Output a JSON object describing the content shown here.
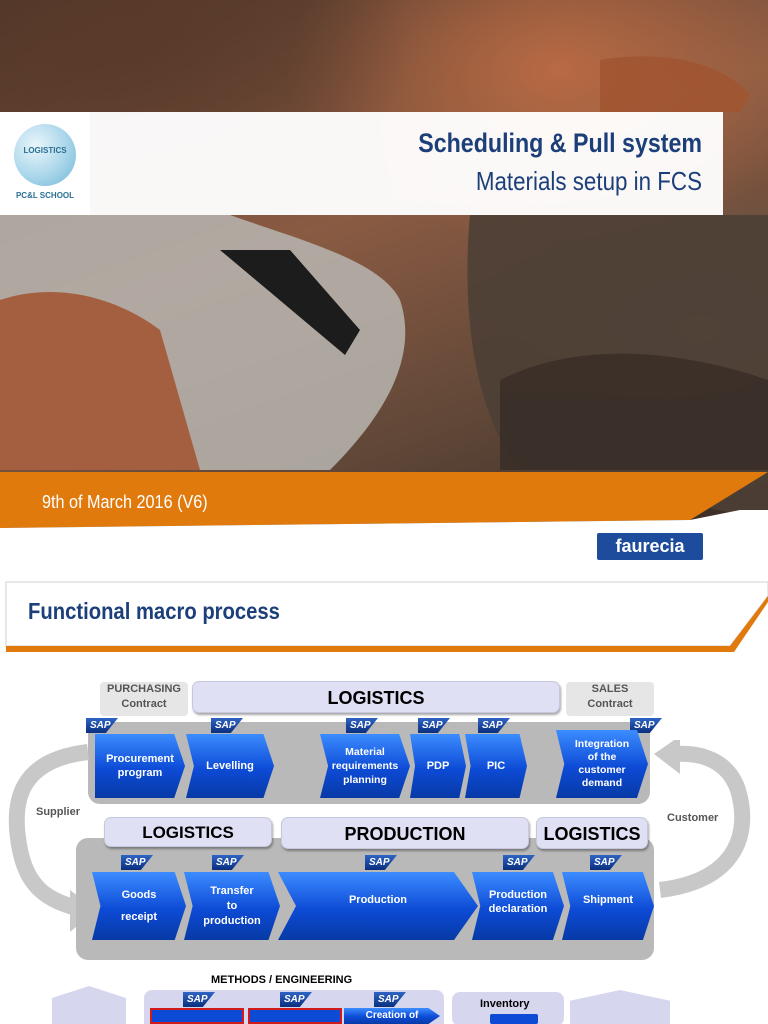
{
  "slide1": {
    "title": "Scheduling & Pull system",
    "subtitle": "Materials setup in FCS",
    "date": "9th of March 2016 (V6)",
    "brand": "faurecia",
    "logo": {
      "globe_text": "LOGISTICS",
      "label": "PC&L SCHOOL"
    },
    "colors": {
      "title": "#1c3f7a",
      "band": "#e07a0c",
      "brand": "#1e4c9c"
    }
  },
  "slide2": {
    "title": "Functional macro process",
    "top_row": {
      "purchasing": "PURCHASING\nContract",
      "logistics": "LOGISTICS",
      "sales": "SALES\nContract",
      "sap_label": "SAP",
      "steps": [
        "Procurement\nprogram",
        "Levelling",
        "Material\nrequirements\nplanning",
        "PDP",
        "PIC",
        "Integration\nof the\ncustomer\ndemand"
      ]
    },
    "side_labels": {
      "supplier": "Supplier",
      "customer": "Customer"
    },
    "bottom_row": {
      "domains": [
        "LOGISTICS",
        "PRODUCTION",
        "LOGISTICS"
      ],
      "steps": [
        "Goods\n\nreceipt",
        "Transfer\nto\nproduction",
        "Production",
        "Production\ndeclaration",
        "Shipment"
      ]
    },
    "methods": {
      "label": "METHODS / ENGINEERING",
      "inventory": "Inventory",
      "creation": "Creation of"
    },
    "colors": {
      "step": "#0d4bd6",
      "domain": "#dfe0f3",
      "band": "#b9b9b9",
      "accent": "#e07a0c"
    }
  }
}
